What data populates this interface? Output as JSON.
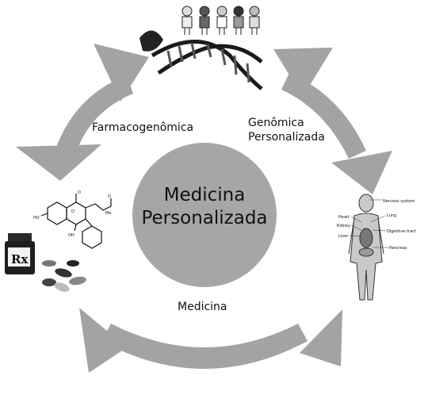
{
  "center": {
    "line1": "Medicina",
    "line2": "Personalizada"
  },
  "labels": {
    "pharmacogenomics": "Farmacogenômica",
    "genomics_line1": "Genômica",
    "genomics_line2": "Personalizada",
    "medicine": "Medicina"
  },
  "molecule": {
    "ho_left": "HO",
    "o_top": "O",
    "o_ring": "O",
    "oh_bottom": "OH",
    "me": "Me",
    "o_ketone": "O"
  },
  "rx": {
    "text": "Rx"
  },
  "anatomy": {
    "nervous": "Nervous system",
    "heart": "Heart",
    "lung": "Lung",
    "kidney": "Kidney",
    "digestive": "Digestive tract",
    "liver": "Liver",
    "pancreas": "Pancreas"
  },
  "colors": {
    "arrow": "#a3a3a3",
    "circle": "#a6a6a6",
    "text": "#111111"
  },
  "icons": [
    "children-icon",
    "dna-icon",
    "molecule-icon",
    "pill-bottle-icon",
    "pills-icon",
    "human-body-icon"
  ]
}
